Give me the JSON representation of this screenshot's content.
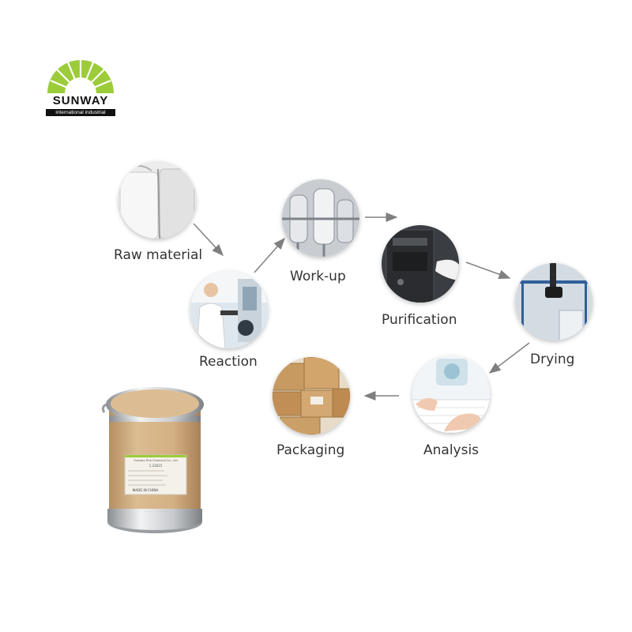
{
  "logo": {
    "brand": "SUNWAY",
    "tagline": "international industrial",
    "colors": {
      "sun": "#9ccc3a",
      "sun_dark": "#6fa826",
      "text": "#111111"
    }
  },
  "process_steps": [
    {
      "label": "Raw material"
    },
    {
      "label": "Reaction"
    },
    {
      "label": "Work-up"
    },
    {
      "label": "Purification"
    },
    {
      "label": "Drying"
    },
    {
      "label": "Analysis"
    },
    {
      "label": "Packaging"
    }
  ],
  "drum": {
    "label_line1": "Sunway Fine Chemical Co., Ltd",
    "label_line2": "1.23015",
    "made_in": "MADE IN CHINA"
  },
  "colors": {
    "arrow": "#808080",
    "label_text": "#333333",
    "drum_body": "#d9b68a"
  }
}
